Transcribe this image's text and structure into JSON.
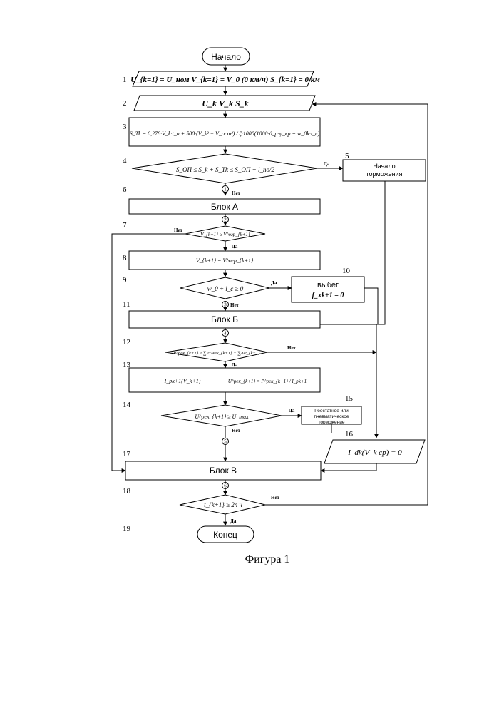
{
  "start": "Начало",
  "end": "Конец",
  "yes": "Да",
  "no": "Нет",
  "caption": "Фигура 1",
  "step_numbers": [
    "1",
    "2",
    "3",
    "4",
    "5",
    "6",
    "7",
    "8",
    "9",
    "10",
    "11",
    "12",
    "13",
    "14",
    "15",
    "16",
    "17",
    "18",
    "19"
  ],
  "connectors": [
    "1",
    "2",
    "3",
    "4",
    "5",
    "6"
  ],
  "blocks": {
    "b1": "U_{k=1} = U_ном  V_{k=1} = V_0 (0 км/ч)  S_{k=1} = 0 км",
    "b2": "U_k   V_k   S_k",
    "b3": "S_Tk = 0,278·V_k·t_u + 500·(V_k² − V_ост²) / ζ·1000(1000·ϑ_р·φ_кр + w_0k·i_c)",
    "b4": "S_ОП ≤ S_k + S_Tk ≤ S_ОП + l_по/2",
    "b5_line1": "Начало",
    "b5_line2": "торможения",
    "b6": "Блок А",
    "b7": "V_{k+1} ≥ V^огр_{k+1}",
    "b8": "V_{k+1} = V^огр_{k+1}",
    "b9": "w_0 + i_c ≥ 0",
    "b10_line1": "выбег",
    "b10_line2": "f_xk+1 = 0",
    "b11": "Блок Б",
    "b12": "P^рек_{k+1} ≥ ∑P^мах_{k+1} + ∑ΔP_{k+1}",
    "b13a": "I_pk+1(V_k+1)",
    "b13b": "U^рек_{k+1} = P^рек_{k+1} / I_pk+1",
    "b14": "U^рек_{k+1} ≥ U_max",
    "b15_line1": "Реостатное или",
    "b15_line2": "пневматическое",
    "b15_line3": "торможение",
    "b16": "I_dk(V_k ср) = 0",
    "b17": "Блок В",
    "b18": "t_{k+1} ≥ 24 ч"
  }
}
